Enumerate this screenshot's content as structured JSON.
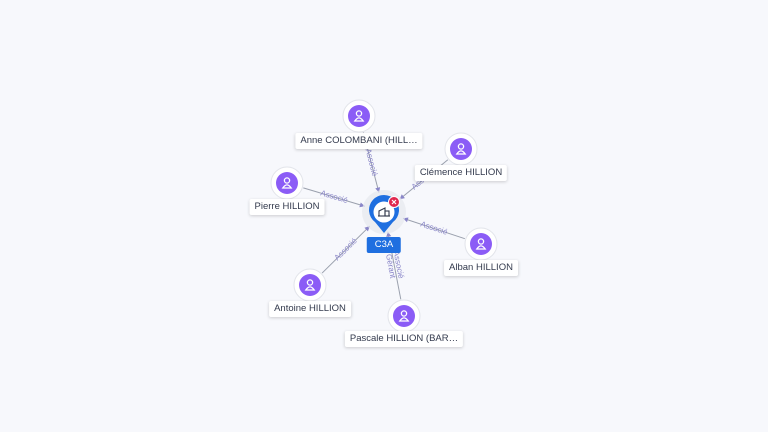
{
  "center": {
    "label": "C3A",
    "icon": "company-building-icon",
    "badge_icon": "close-icon"
  },
  "people": [
    {
      "id": "anne",
      "label": "Anne COLOMBANI (HILL…",
      "edge": [
        "Associé"
      ]
    },
    {
      "id": "clemence",
      "label": "Clémence HILLION",
      "edge": [
        "Associé"
      ]
    },
    {
      "id": "pierre",
      "label": "Pierre HILLION",
      "edge": [
        "Associé"
      ]
    },
    {
      "id": "alban",
      "label": "Alban HILLION",
      "edge": [
        "Associé"
      ]
    },
    {
      "id": "antoine",
      "label": "Antoine HILLION",
      "edge": [
        "Associé"
      ]
    },
    {
      "id": "pascale",
      "label": "Pascale HILLION (BAR…",
      "edge": [
        "Gérant",
        "Associé"
      ]
    }
  ],
  "colors": {
    "person_node": "#8b5cf6",
    "company_pin": "#1f6fe0",
    "badge": "#e0284f",
    "edge": "#9aa0ad",
    "edge_label": "#8a86c8"
  }
}
